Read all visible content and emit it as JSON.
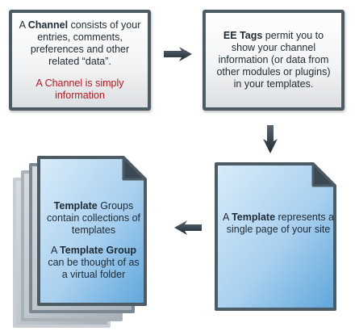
{
  "colors": {
    "border": "#4d5b65",
    "arrow": "#2d3a44",
    "highlight": "#c0151b",
    "doc_blue_light": "#d9ecf9",
    "doc_blue_dark": "#5ea6db"
  },
  "boxes": {
    "channel": {
      "bold": "Channel",
      "pre": "A ",
      "post": " consists of your entries, comments, preferences and other related “data”.",
      "highlight": "A Channel is simply information"
    },
    "tags": {
      "bold": "EE Tags",
      "post": " permit you to show your channel information (or data from other modules or plugins) in your templates."
    }
  },
  "docs": {
    "template": {
      "pre": "A ",
      "bold": "Template",
      "post": " represents a single page of your site"
    },
    "groups": {
      "bold1": "Template",
      "post1": " Groups contain collections of templates",
      "pre2": "A ",
      "bold2": "Template Group",
      "post2": " can be thought of as a virtual folder"
    }
  },
  "icons": {
    "arrow_1": "arrow-right-icon",
    "arrow_2": "arrow-down-icon",
    "arrow_3": "arrow-left-icon"
  }
}
